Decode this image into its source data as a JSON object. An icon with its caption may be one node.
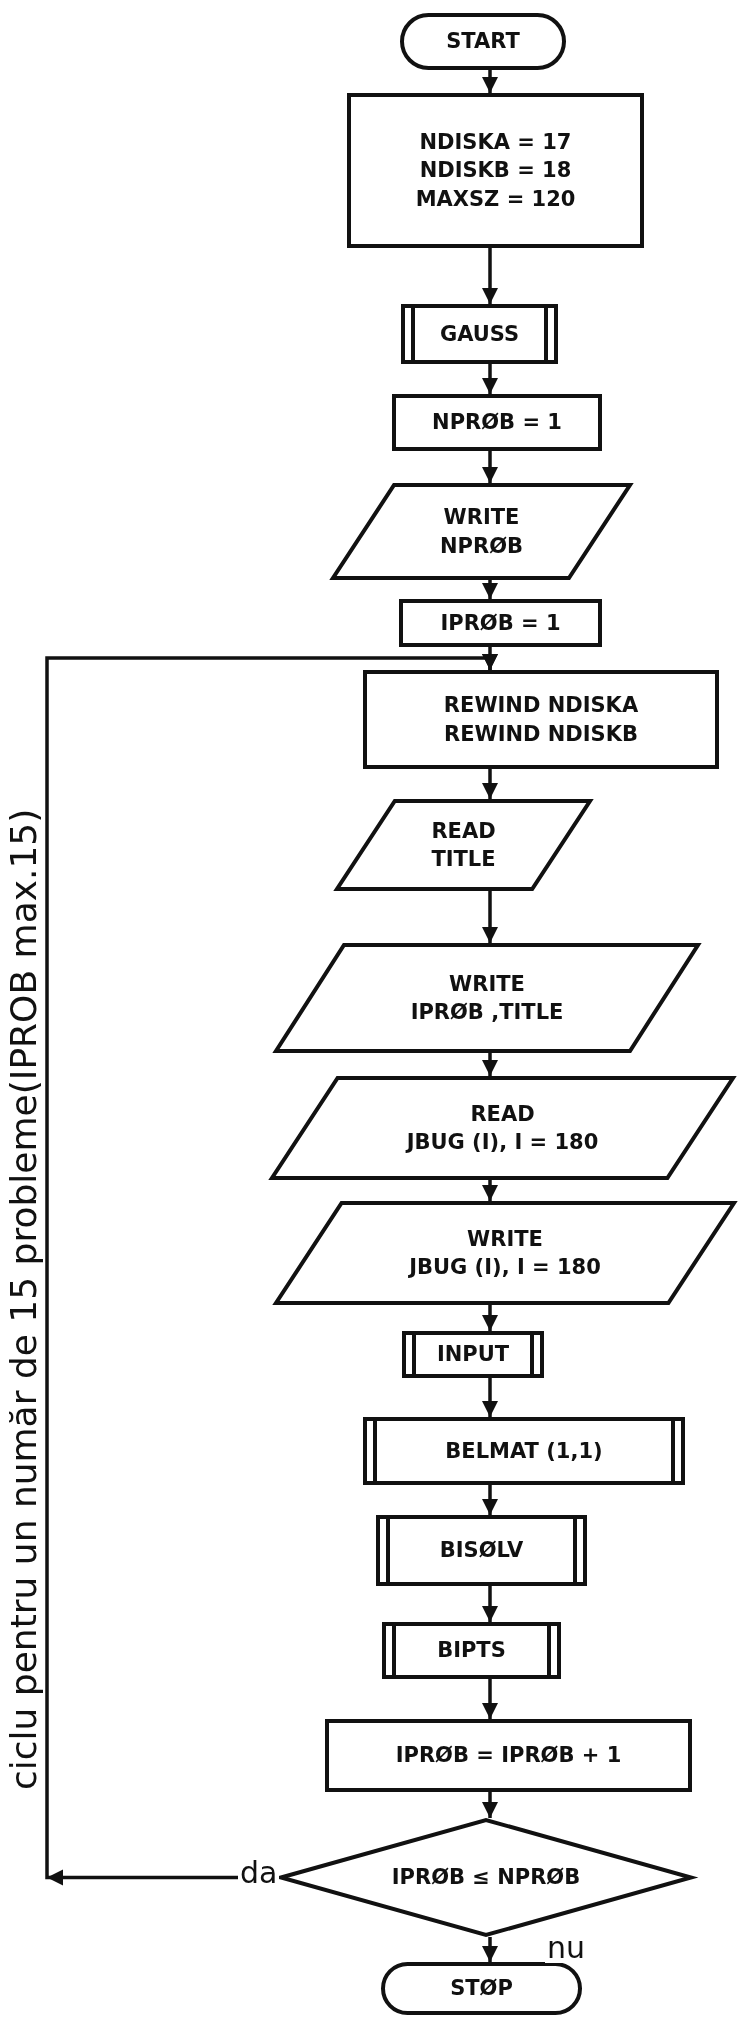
{
  "diagram": {
    "nodes": [
      {
        "text": [
          "START"
        ]
      },
      {
        "text": [
          "NDISKA = 17",
          "NDISKB = 18",
          "MAXSZ = 120"
        ]
      },
      {
        "text": [
          "GAUSS"
        ]
      },
      {
        "text": [
          "NPRØB = 1"
        ]
      },
      {
        "text": [
          "WRITE",
          "NPRØB"
        ]
      },
      {
        "text": [
          "IPRØB = 1"
        ]
      },
      {
        "text": [
          "REWIND NDISKA",
          "REWIND NDISKB"
        ]
      },
      {
        "text": [
          "READ",
          "TITLE"
        ]
      },
      {
        "text": [
          "WRITE",
          "IPRØB ,TITLE"
        ]
      },
      {
        "text": [
          "READ",
          "JBUG (I), I = 180"
        ]
      },
      {
        "text": [
          "WRITE",
          "JBUG (I), I = 180"
        ]
      },
      {
        "text": [
          "INPUT"
        ]
      },
      {
        "text": [
          "BELMAT (1,1)"
        ]
      },
      {
        "text": [
          "BISØLV"
        ]
      },
      {
        "text": [
          "BIPTS"
        ]
      },
      {
        "text": [
          "IPRØB = IPRØB + 1"
        ]
      },
      {
        "text": [
          "IPRØB ≤ NPRØB"
        ]
      },
      {
        "text": [
          "STØP"
        ]
      }
    ],
    "edges": [
      {
        "from": 0,
        "to": 1,
        "arrow": "to"
      },
      {
        "from": 1,
        "to": 2,
        "arrow": "to"
      },
      {
        "from": 2,
        "to": 3,
        "arrow": "to"
      },
      {
        "from": 3,
        "to": 4,
        "arrow": "to"
      },
      {
        "from": 4,
        "to": 5,
        "arrow": "to"
      },
      {
        "from": 5,
        "to": 6,
        "arrow": "to"
      },
      {
        "from": 6,
        "to": 7,
        "arrow": "to"
      },
      {
        "from": 7,
        "to": 8,
        "arrow": "to"
      },
      {
        "from": 8,
        "to": 9,
        "arrow": "to"
      },
      {
        "from": 9,
        "to": 10,
        "arrow": "to"
      },
      {
        "from": 10,
        "to": 11,
        "arrow": "to"
      },
      {
        "from": 11,
        "to": 12,
        "arrow": "to"
      },
      {
        "from": 12,
        "to": 13,
        "arrow": "to"
      },
      {
        "from": 13,
        "to": 14,
        "arrow": "to"
      },
      {
        "from": 14,
        "to": 15,
        "arrow": "to"
      },
      {
        "from": 15,
        "to": 16,
        "arrow": "to"
      },
      {
        "from": 16,
        "to": 17,
        "arrow": "to",
        "label": "nu"
      },
      {
        "from": 16,
        "to": 6,
        "arrow": "to",
        "label": "da"
      }
    ],
    "labels": [
      "ciclu pentru un număr de 15 probleme(IPROB max.15)"
    ]
  }
}
